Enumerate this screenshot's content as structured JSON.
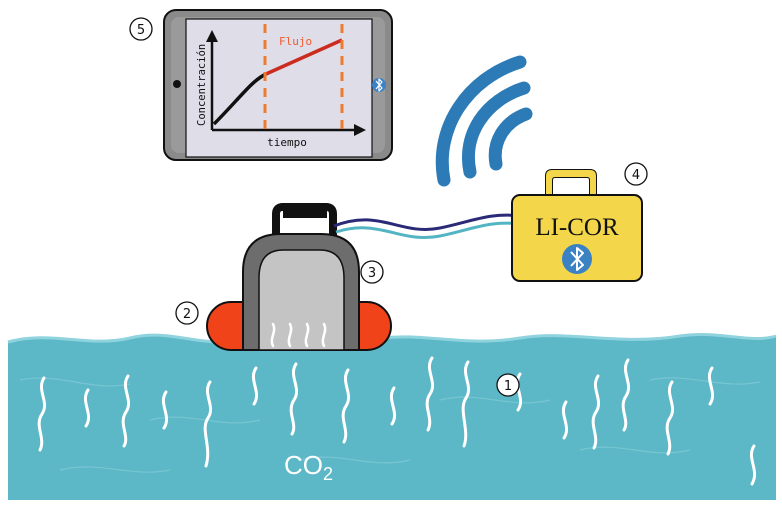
{
  "tablet": {
    "curve_label": "Flujo",
    "y_axis_label": "Concentración",
    "x_axis_label": "tiempo",
    "bluetooth_icon": "bluetooth-icon"
  },
  "analyzer": {
    "brand": "LI-COR",
    "bluetooth_icon": "bluetooth-icon"
  },
  "water": {
    "gas_label_main": "CO",
    "gas_label_sub": "2"
  },
  "callouts": {
    "water": "1",
    "float": "2",
    "chamber": "3",
    "analyzer": "4",
    "tablet": "5"
  },
  "colors": {
    "water": "#5cb7c6",
    "float": "#f0431a",
    "chamber_frame": "#6d6d6d",
    "chamber_body": "#c4c4c4",
    "analyzer": "#f3d64a",
    "signal": "#2c7bb6",
    "flux_line": "#cc2b1f",
    "flux_markers": "#f07a2c",
    "tube_dark": "#2b2a78",
    "tube_light": "#53b4c4"
  }
}
